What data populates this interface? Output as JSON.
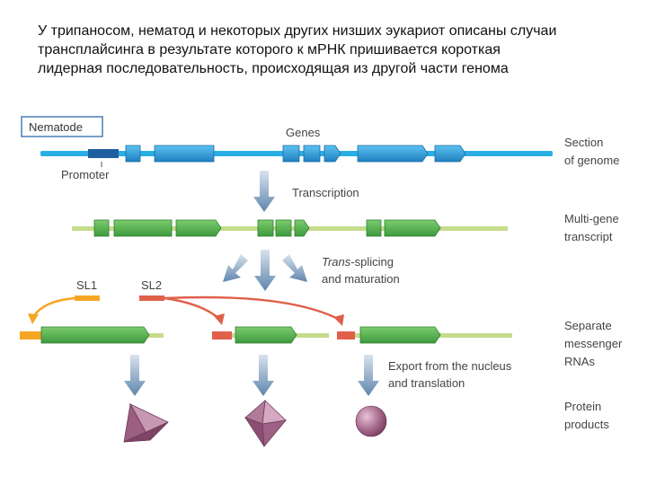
{
  "heading": {
    "line1": "У трипаносом, нематод и некоторых других низших эукариот описаны случаи",
    "line2": "трансплайсинга в результате которого к мРНК пришивается короткая",
    "line3": "лидерная последовательность, происходящая из другой части генома"
  },
  "diagram": {
    "organism_label": "Nematode",
    "genes_label": "Genes",
    "promoter_label": "Promoter",
    "transcription_label": "Transcription",
    "trans_splicing_italic": "Trans",
    "trans_splicing_rest": "-splicing",
    "maturation_label": "and maturation",
    "sl1_label": "SL1",
    "sl2_label": "SL2",
    "export_line1": "Export from the nucleus",
    "export_line2": "and translation",
    "right_labels": {
      "section_line1": "Section",
      "section_line2": "of genome",
      "multigene_line1": "Multi-gene",
      "multigene_line2": "transcript",
      "separate_line1": "Separate",
      "separate_line2": "messenger",
      "separate_line3": "RNAs",
      "protein_line1": "Protein",
      "protein_line2": "products"
    },
    "colors": {
      "genome_line": "#29aee6",
      "gene_blue": "#2b8fd0",
      "rna_line": "#c5dc8c",
      "exon_green": "#4aac4a",
      "sl1_orange": "#f5a623",
      "sl2_red": "#e0604a",
      "arrow_gray": "#6d8fb0",
      "protein_mauve": "#b07a95"
    }
  }
}
